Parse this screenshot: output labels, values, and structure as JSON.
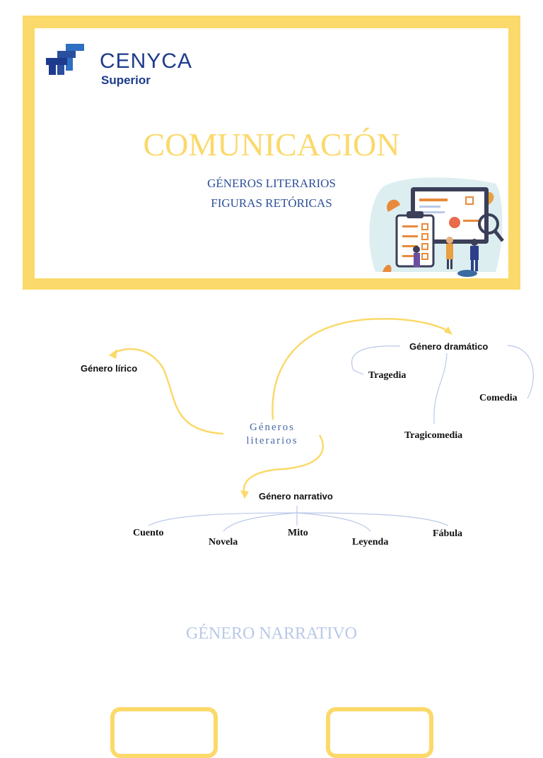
{
  "slide1": {
    "logo": {
      "name": "CENYCA",
      "sub": "Superior"
    },
    "title": "COMUNICACIÓN",
    "subtitles": [
      "GÉNEROS LITERARIOS",
      "FIGURAS RETÓRICAS"
    ],
    "colors": {
      "frame": "#fbd96a",
      "navy": "#1d3b8c",
      "blue": "#2d4f9a"
    }
  },
  "map": {
    "center": "Géneros literarios",
    "lirico": "Género lírico",
    "dramatico": {
      "label": "Género dramático",
      "children": [
        "Tragedia",
        "Comedia",
        "Tragicomedia"
      ]
    },
    "narrativo": {
      "label": "Género narrativo",
      "children": [
        "Cuento",
        "Novela",
        "Mito",
        "Leyenda",
        "Fábula"
      ]
    }
  },
  "slide3": {
    "title": "GÉNERO NARRATIVO"
  }
}
